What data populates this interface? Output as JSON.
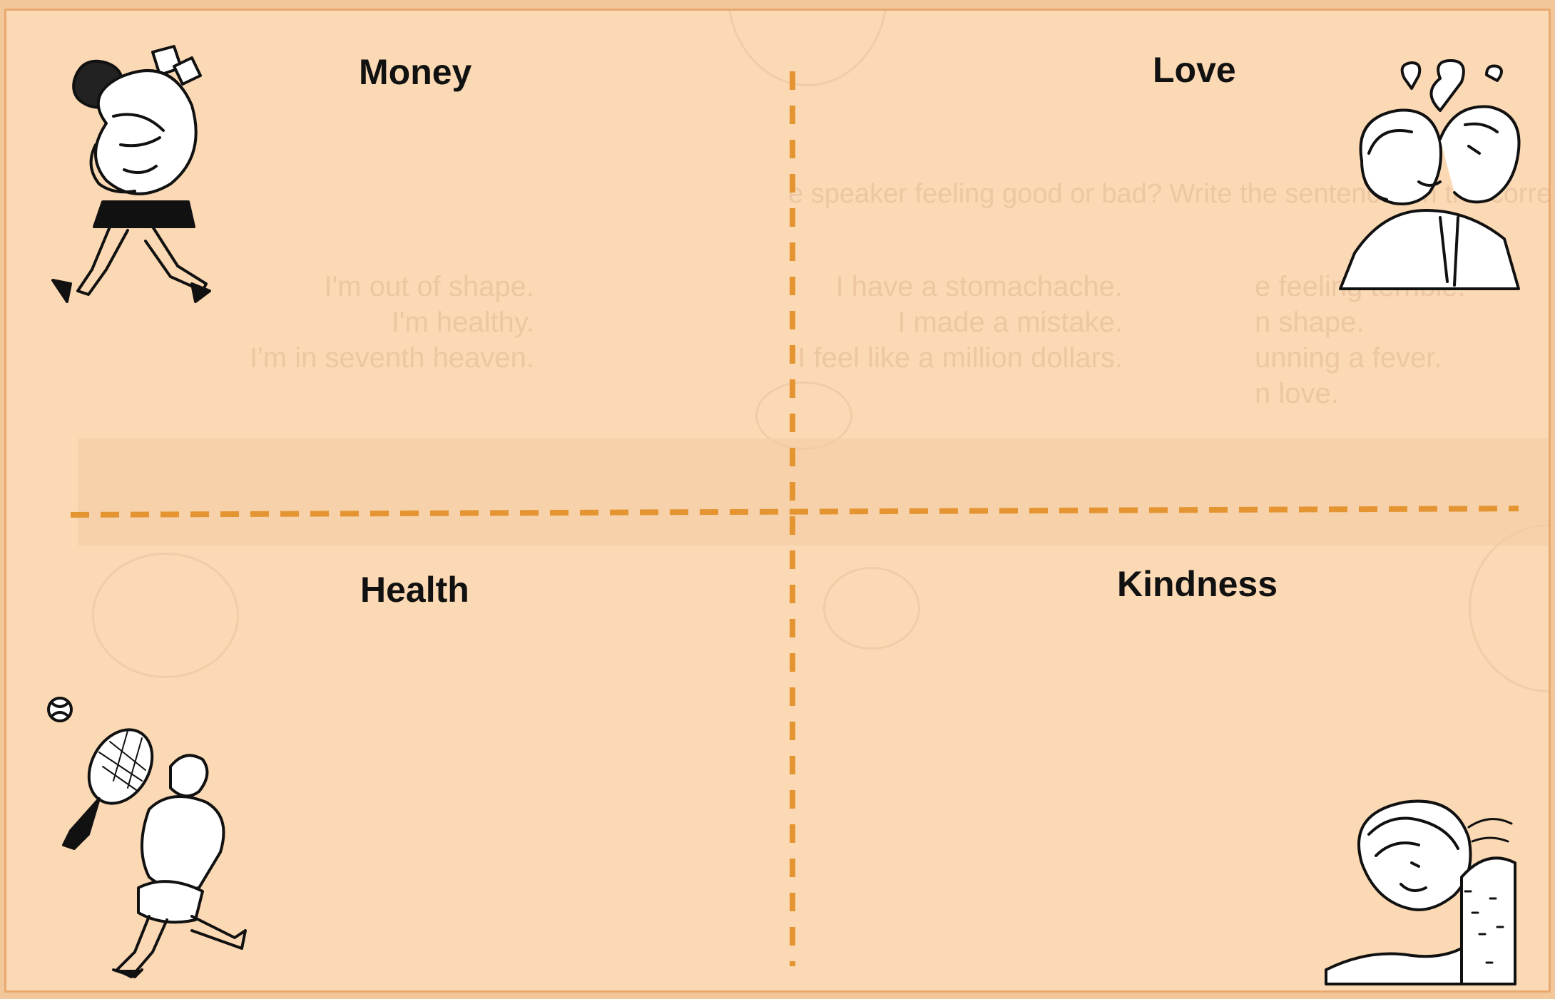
{
  "quadrants": {
    "top_left": {
      "label": "Money",
      "illustration": "woman-carrying-money-bag-icon"
    },
    "top_right": {
      "label": "Love",
      "illustration": "couple-kissing-hearts-icon"
    },
    "bottom_left": {
      "label": "Health",
      "illustration": "tennis-player-icon"
    },
    "bottom_right": {
      "label": "Kindness",
      "illustration": "smiling-woman-icon"
    }
  },
  "show_through": {
    "header": "e speaker feeling good or bad? Write the sentences in the correct box.",
    "col1": [
      "I have a stomachache.",
      "I made a mistake.",
      "I feel like a million dollars."
    ],
    "col2": [
      "I'm out of shape.",
      "I'm healthy.",
      "I'm in seventh heaven."
    ],
    "col3": [
      "e feeling terrible.",
      "n shape.",
      "unning a fever.",
      "n love."
    ]
  },
  "colors": {
    "background": "#fbd9b4",
    "border": "#e8a970",
    "divider": "#e49531",
    "label": "#111111"
  }
}
